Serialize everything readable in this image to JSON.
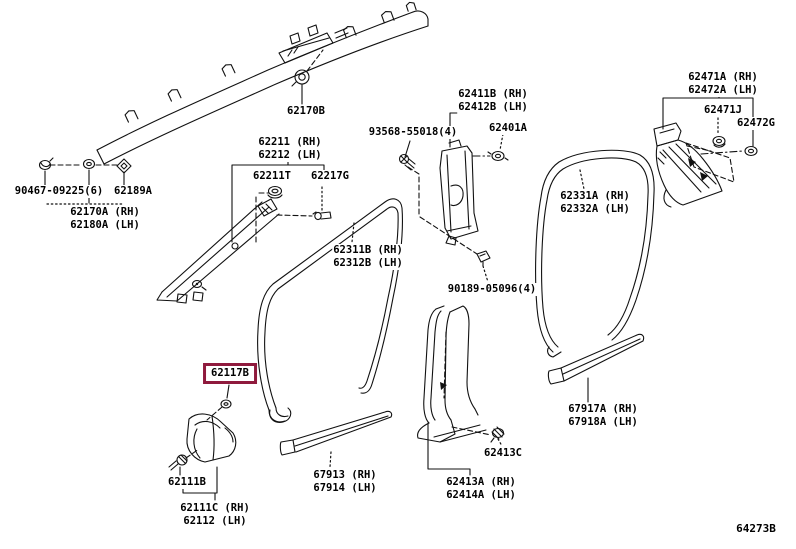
{
  "diagram": {
    "code": "64273B",
    "highlighted_part": "62117B",
    "highlight_color": "#8f1a3d"
  },
  "labels": {
    "roof_clip_62170B": {
      "text": "62170B"
    },
    "fastener_90467": {
      "text": "90467-09225(6)"
    },
    "clip_62189A": {
      "text": "62189A"
    },
    "roof_side_rail": {
      "line1": "62170A (RH)",
      "line2": "62180A (LH)"
    },
    "front_pillar_garnish": {
      "line1": "62211 (RH)",
      "line2": "62212 (LH)"
    },
    "clip_62211T": {
      "text": "62211T"
    },
    "clip_62217G": {
      "text": "62217G"
    },
    "front_door_trim": {
      "line1": "62311B (RH)",
      "line2": "62312B (LH)"
    },
    "screw_93568": {
      "text": "93568-55018(4)"
    },
    "center_pillar_upper": {
      "line1": "62411B (RH)",
      "line2": "62412B (LH)"
    },
    "clip_62401A": {
      "text": "62401A"
    },
    "rear_pillar_garnish": {
      "line1": "62471A (RH)",
      "line2": "62472A (LH)"
    },
    "clip_62471J": {
      "text": "62471J"
    },
    "clip_62472G": {
      "text": "62472G"
    },
    "rear_door_trim": {
      "line1": "62331A (RH)",
      "line2": "62332A (LH)"
    },
    "screw_90189": {
      "text": "90189-05096(4)"
    },
    "clip_62117B": {
      "text": "62117B"
    },
    "clip_62111B": {
      "text": "62111B"
    },
    "cowl_side_trim": {
      "line1": "62111C (RH)",
      "line2": "62112 (LH)"
    },
    "front_scuff_plate": {
      "line1": "67913 (RH)",
      "line2": "67914 (LH)"
    },
    "clip_62413C": {
      "text": "62413C"
    },
    "center_pillar_lower": {
      "line1": "62413A (RH)",
      "line2": "62414A (LH)"
    },
    "rear_scuff_plate": {
      "line1": "67917A (RH)",
      "line2": "67918A (LH)"
    }
  }
}
